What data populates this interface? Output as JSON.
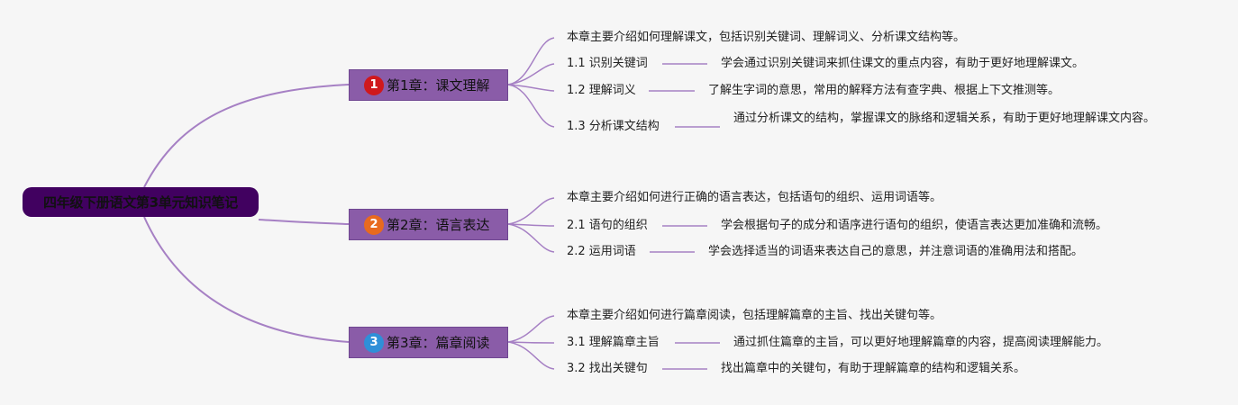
{
  "root": {
    "title": "四年级下册语文第3单元知识笔记"
  },
  "colors": {
    "root_bg": "#410160",
    "chapter_bg": "#8a5ca8",
    "connector": "#a680c4",
    "badge_1": "#d0181c",
    "badge_2": "#e86a1f",
    "badge_3": "#2f8fd8"
  },
  "chapters": [
    {
      "badge": "1",
      "title": "第1章：课文理解",
      "summary": "本章主要介绍如何理解课文，包括识别关键词、理解词义、分析课文结构等。",
      "sections": [
        {
          "label": "1.1 识别关键词",
          "desc": "学会通过识别关键词来抓住课文的重点内容，有助于更好地理解课文。"
        },
        {
          "label": "1.2 理解词义",
          "desc": "了解生字词的意思，常用的解释方法有查字典、根据上下文推测等。"
        },
        {
          "label": "1.3 分析课文结构",
          "desc": "通过分析课文的结构，掌握课文的脉络和逻辑关系，有助于更好地理解课文内容。"
        }
      ]
    },
    {
      "badge": "2",
      "title": "第2章：语言表达",
      "summary": "本章主要介绍如何进行正确的语言表达，包括语句的组织、运用词语等。",
      "sections": [
        {
          "label": "2.1 语句的组织",
          "desc": "学会根据句子的成分和语序进行语句的组织，使语言表达更加准确和流畅。"
        },
        {
          "label": "2.2 运用词语",
          "desc": "学会选择适当的词语来表达自己的意思，并注意词语的准确用法和搭配。"
        }
      ]
    },
    {
      "badge": "3",
      "title": "第3章：篇章阅读",
      "summary": "本章主要介绍如何进行篇章阅读，包括理解篇章的主旨、找出关键句等。",
      "sections": [
        {
          "label": "3.1 理解篇章主旨",
          "desc": "通过抓住篇章的主旨，可以更好地理解篇章的内容，提高阅读理解能力。"
        },
        {
          "label": "3.2 找出关键句",
          "desc": "找出篇章中的关键句，有助于理解篇章的结构和逻辑关系。"
        }
      ]
    }
  ]
}
